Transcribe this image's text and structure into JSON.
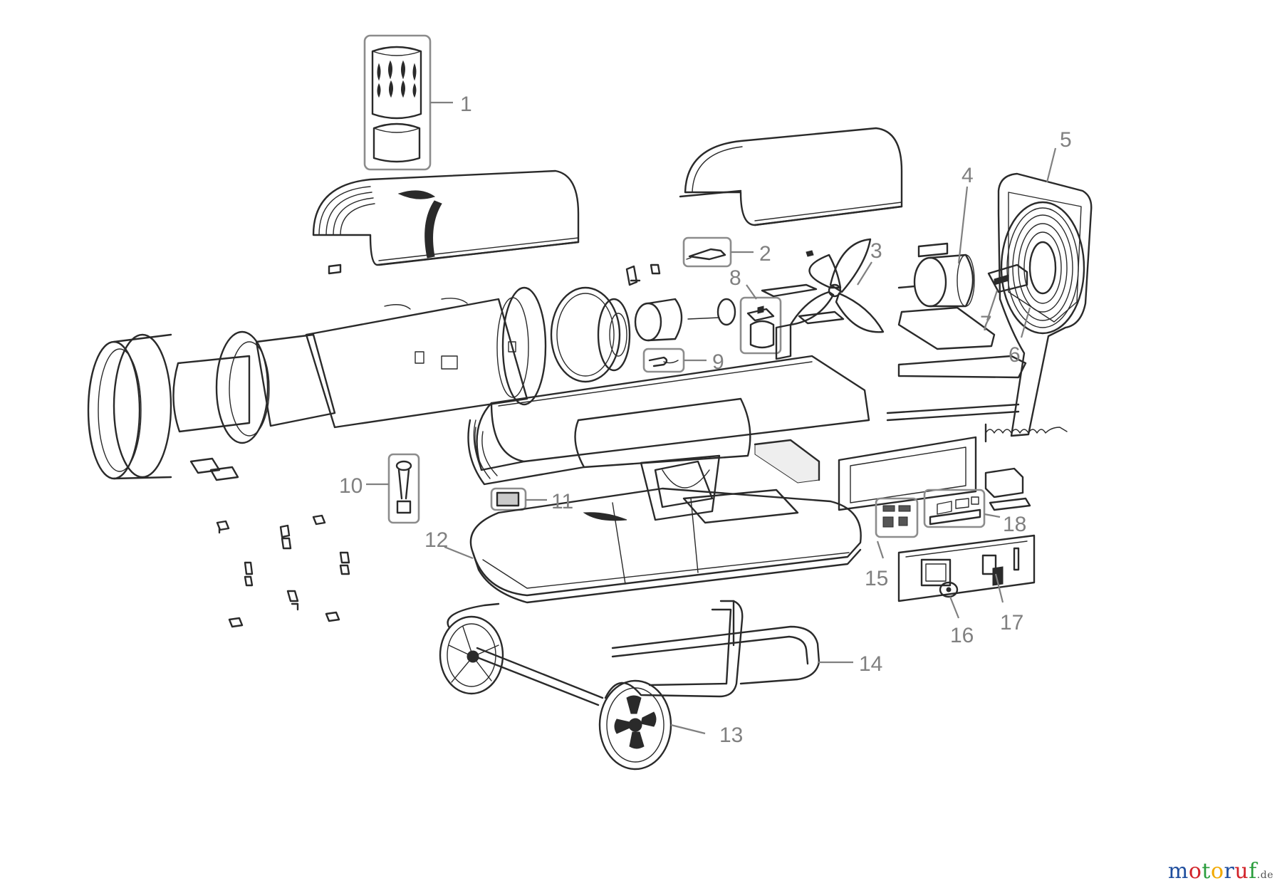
{
  "diagram": {
    "type": "exploded-parts-view",
    "label_color": "#808080",
    "line_color": "#2a2a2a",
    "callouts": [
      "1",
      "2",
      "3",
      "4",
      "5",
      "6",
      "7",
      "8",
      "9",
      "10",
      "11",
      "12",
      "13",
      "14",
      "15",
      "16",
      "17",
      "18"
    ]
  },
  "watermark": {
    "letters": [
      "m",
      "o",
      "t",
      "o",
      "r",
      "u",
      "f"
    ],
    "letter_colors": [
      "#1f4e9e",
      "#d2232a",
      "#2a9d3c",
      "#f2a900",
      "#1f4e9e",
      "#d2232a",
      "#2a9d3c"
    ],
    "suffix": ".de"
  }
}
